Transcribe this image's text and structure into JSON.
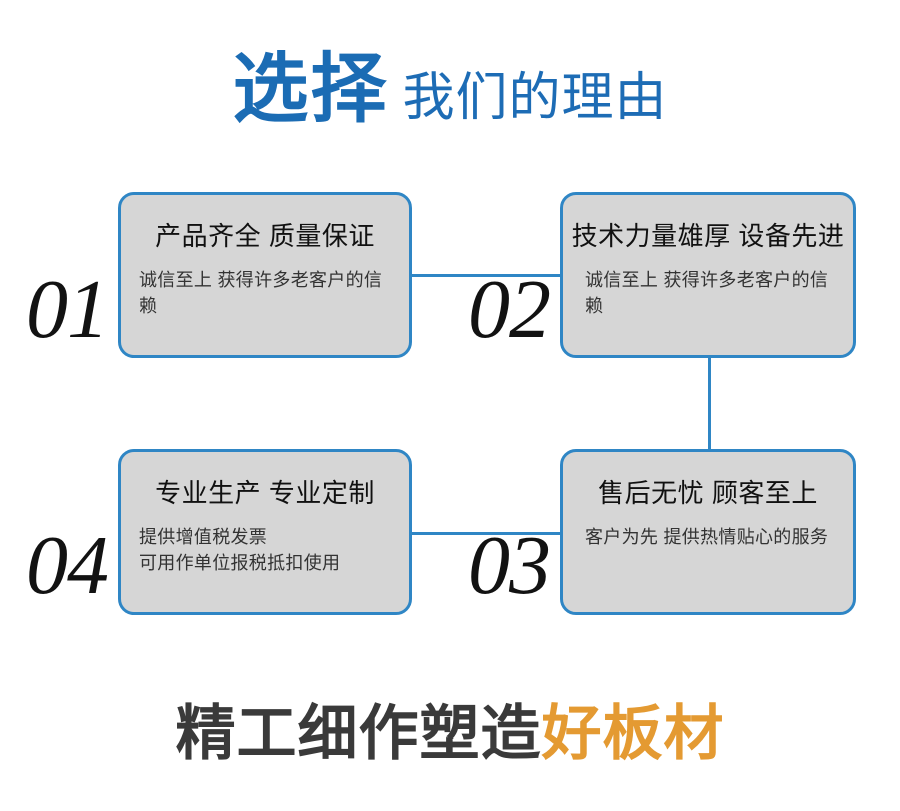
{
  "colors": {
    "brand_blue": "#1d6cb5",
    "border_blue": "#2f86c5",
    "card_gray": "#d6d6d6",
    "accent_orange": "#e49a32",
    "text_dark": "#3a3a3a",
    "number_black": "#121212"
  },
  "header": {
    "main": "选择",
    "sub": "我们的理由"
  },
  "cards": [
    {
      "number": "01",
      "title": "产品齐全 质量保证",
      "body": "诚信至上 获得许多老客户的信赖"
    },
    {
      "number": "02",
      "title": "技术力量雄厚 设备先进",
      "body": "诚信至上 获得许多老客户的信赖"
    },
    {
      "number": "03",
      "title": "售后无忧 顾客至上",
      "body": "客户为先 提供热情贴心的服务"
    },
    {
      "number": "04",
      "title": "专业生产 专业定制",
      "body": "提供增值税发票\n可用作单位报税抵扣使用"
    }
  ],
  "tagline": {
    "dark": "精工细作塑造",
    "accent": "好板材"
  }
}
